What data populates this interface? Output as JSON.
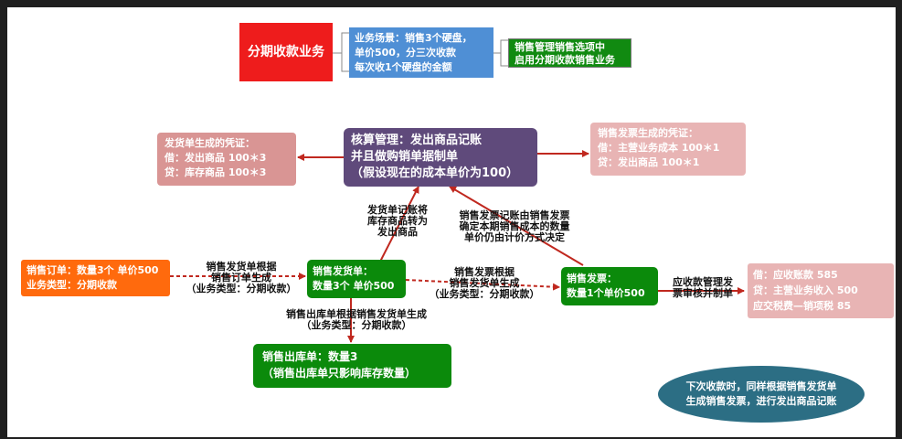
{
  "nodes": {
    "installment_title": "分期收款业务",
    "scenario": "业务场景：销售3个硬盘，\n单价500，分三次收款\n每次收1个硬盘的金额",
    "config": "销售管理销售选项中\n启用分期收款销售业务",
    "accounting_mgmt": "核算管理：发出商品记账\n并且做购销单据制单\n（假设现在的成本单价为100）",
    "delivery_voucher": "发货单生成的凭证：\n借：发出商品  100＊3\n   贷：库存商品  100＊3",
    "invoice_voucher": "销售发票生成的凭证：\n借：主营业务成本  100＊1\n   贷：发出商品  100＊1",
    "sales_order": "销售订单：数量3个 单价500\n业务类型：分期收款",
    "delivery_note": "销售发货单：\n数量3个 单价500",
    "sales_invoice": "销售发票：\n数量1个单价500",
    "receivable_voucher": "借：应收账款 585\n   贷：主营业务收入  500\n       应交税费—销项税  85",
    "outbound_note": "销售出库单：数量3\n（销售出库单只影响库存数量）",
    "next_collection": "下次收款时，同样根据销售发货单\n生成销售发票，进行发出商品记账"
  },
  "edge_labels": {
    "delivery_to_accounting": "发货单记账将\n库存商品转为\n发出商品",
    "invoice_to_accounting": "销售发票记账由销售发票\n确定本期销售成本的数量\n单价仍由计价方式决定",
    "order_to_delivery": "销售发货单根据\n销售订单生成\n（业务类型：分期收款）",
    "delivery_to_invoice": "销售发票根据\n销售发货单生成\n（业务类型：分期收款）",
    "invoice_to_receivable": "应收款管理发\n票审核并制单",
    "delivery_to_outbound": "销售出库单根据销售发货单生成\n（业务类型：分期收款）"
  },
  "colors": {
    "title_red": "#ee1c1c",
    "scenario_blue": "#4f8fd5",
    "config_green": "#118a11",
    "accounting_purple": "#5f4a7b",
    "voucher_pink": "#d99594",
    "voucher_light_pink": "#e8b4b4",
    "order_orange": "#ff6a0d",
    "flow_green": "#0b8a0b",
    "note_teal": "#2c6e84",
    "arrow_red": "#c0281f"
  }
}
